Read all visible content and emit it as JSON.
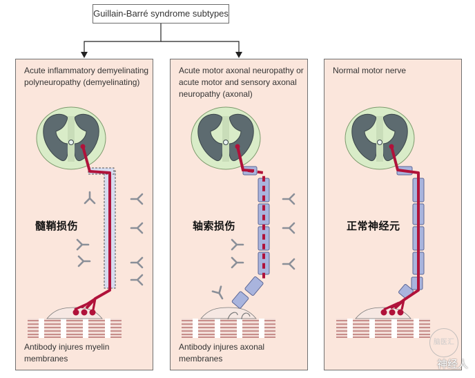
{
  "title": "Guillain-Barré syndrome subtypes",
  "panels": [
    {
      "title": "Acute inflammatory demyelinating polyneuropathy (demyelinating)",
      "label_cn": "髓鞘损伤",
      "caption": "Antibody injures myelin membranes"
    },
    {
      "title": "Acute motor axonal neuropathy or acute motor and sensory axonal neuropathy (axonal)",
      "label_cn": "轴索损伤",
      "caption": "Antibody injures axonal membranes"
    },
    {
      "title": "Normal motor nerve",
      "label_cn": "正常神经元",
      "caption": ""
    }
  ],
  "watermark": {
    "text": "神经人",
    "logo_text": "脑医汇"
  },
  "colors": {
    "panel_bg": "#fbe6dc",
    "axon": "#b0123a",
    "myelin": "#a9b4dd",
    "cord_outer": "#d9ecc8",
    "cord_inner": "#5d6b70",
    "antibody": "#8a8f98"
  }
}
